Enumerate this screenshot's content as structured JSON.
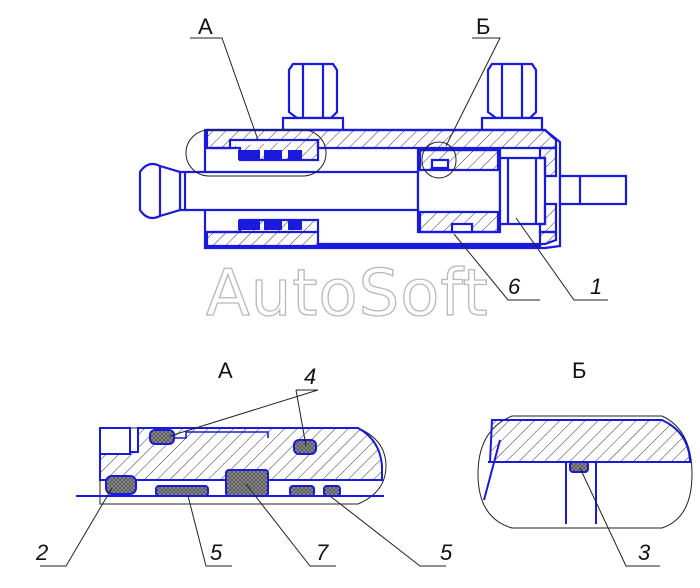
{
  "detail_labels": {
    "detail_a_top": "А",
    "detail_b_top": "Б",
    "detail_a_title": "А",
    "detail_b_title": "Б"
  },
  "callouts": {
    "c1": "1",
    "c2": "2",
    "c3": "3",
    "c4": "4",
    "c5a": "5",
    "c5b": "5",
    "c6": "6",
    "c7": "7"
  },
  "watermark": "AutoSoft",
  "colors": {
    "outline": "#1a1adc",
    "hatch": "#3a3a3a",
    "seal_fill": "#777777",
    "leader": "#222222"
  }
}
